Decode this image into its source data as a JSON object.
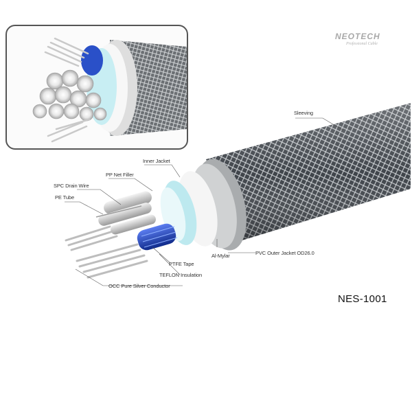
{
  "brand": {
    "name": "NEOTECH",
    "tagline": "Professional Cable"
  },
  "model": "NES-1001",
  "labels": {
    "sleeving": "Sleeving",
    "inner_jacket": "Inner Jacket",
    "pp_net_filler": "PP Net Filler",
    "spc_drain_wire": "SPC Drain Wire",
    "pe_tube": "PE Tube",
    "al_mylar": "Al-Mylar",
    "pvc_outer_jacket": "PVC Outer Jacket OD26.0",
    "ptfe_tape": "PTFE Tape",
    "teflon_insulation": "TEFLON Insulation",
    "occ_conductor": "OCC Pure Silver Conductor"
  },
  "colors": {
    "sleeving": "#4a4f55",
    "inner_jacket": "#c8c8c8",
    "filler": "#bfeaf0",
    "teflon_blue": "#1f3fb0",
    "conductor": "#d6d6d6"
  }
}
